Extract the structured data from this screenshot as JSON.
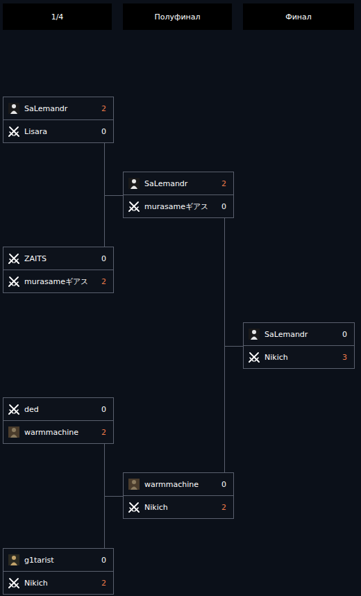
{
  "diagram": {
    "nodes": [
      {
        "text": [
          "1/4"
        ]
      },
      {
        "text": [
          "Полуфинал"
        ]
      },
      {
        "text": [
          "Финал"
        ]
      },
      {
        "text": [
          "SaLemandr",
          "2",
          "Lisara",
          "0"
        ]
      },
      {
        "text": [
          "ZAITS",
          "0",
          "murasameギアス",
          "2"
        ]
      },
      {
        "text": [
          "ded",
          "0",
          "warmmachine",
          "2"
        ]
      },
      {
        "text": [
          "g1tarist",
          "0",
          "Nikich",
          "2"
        ]
      },
      {
        "text": [
          "SaLemandr",
          "2",
          "murasameギアス",
          "0"
        ]
      },
      {
        "text": [
          "warmmachine",
          "0",
          "Nikich",
          "2"
        ]
      },
      {
        "text": [
          "SaLemandr",
          "0",
          "Nikich",
          "3"
        ]
      }
    ],
    "edges": [
      {
        "from": 3,
        "to": 7,
        "arrow": "none"
      },
      {
        "from": 4,
        "to": 7,
        "arrow": "none"
      },
      {
        "from": 5,
        "to": 8,
        "arrow": "none"
      },
      {
        "from": 6,
        "to": 8,
        "arrow": "none"
      },
      {
        "from": 7,
        "to": 9,
        "arrow": "none"
      },
      {
        "from": 8,
        "to": 9,
        "arrow": "none"
      }
    ]
  }
}
